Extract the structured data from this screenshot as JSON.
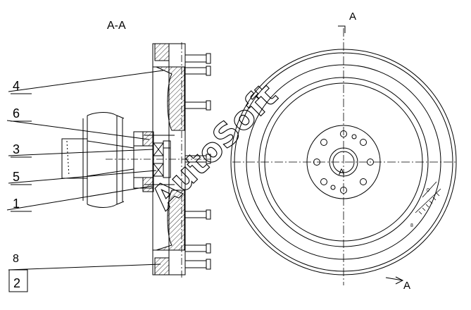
{
  "section_title": "A-A",
  "cut_marks": {
    "top": "A",
    "bottom": "A",
    "center": "A"
  },
  "part_labels": [
    {
      "id": "label-4",
      "text": "4"
    },
    {
      "id": "label-6",
      "text": "6"
    },
    {
      "id": "label-3",
      "text": "3"
    },
    {
      "id": "label-5",
      "text": "5"
    },
    {
      "id": "label-1",
      "text": "1"
    },
    {
      "id": "label-8",
      "text": "8"
    },
    {
      "id": "label-2",
      "text": "2"
    }
  ],
  "scale_digits": [
    "0",
    "8"
  ],
  "watermark": "AutoSoft"
}
